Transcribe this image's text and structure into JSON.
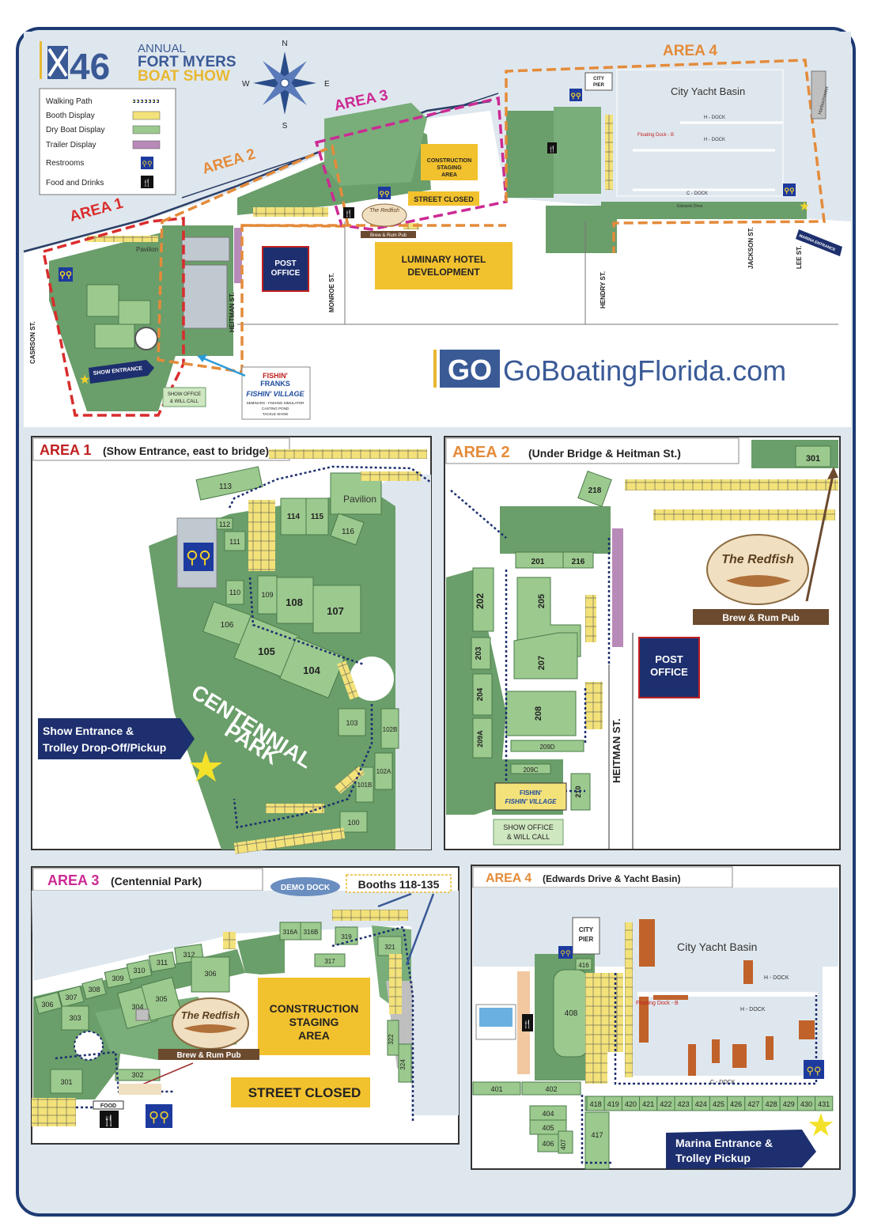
{
  "header": {
    "number": "46",
    "annual": "ANNUAL",
    "title_line1": "FORT MYERS",
    "title_line2": "BOAT SHOW",
    "compass": {
      "n": "N",
      "s": "S",
      "e": "E",
      "w": "W"
    }
  },
  "legend": [
    {
      "label": "Walking Path",
      "color": "#f5e66b"
    },
    {
      "label": "Booth Display",
      "color": "#f3e27a"
    },
    {
      "label": "Dry Boat Display",
      "color": "#9cc98e"
    },
    {
      "label": "Trailer Display",
      "color": "#b88ab8"
    },
    {
      "label": "Restrooms",
      "icon": "restroom-icon"
    },
    {
      "label": "Food and Drinks",
      "icon": "food-icon"
    }
  ],
  "overview": {
    "areas": [
      "AREA 1",
      "AREA 2",
      "AREA 3",
      "AREA 4"
    ],
    "streets": [
      "CASRSON ST.",
      "MONROE ST.",
      "HEITMAN ST.",
      "HENDRY ST.",
      "JACKSON ST.",
      "LEE ST."
    ],
    "places": {
      "pavilion": "Pavilion",
      "post_office": "POST\nOFFICE",
      "construction": "CONSTRUCTION\nSTAGING\nAREA",
      "street_closed": "STREET CLOSED",
      "hotel": "LUMINARY HOTEL\nDEVELOPMENT",
      "city_pier": "CITY\nPIER",
      "yacht_basin": "City Yacht Basin",
      "h_dock": "H - DOCK",
      "c_dock": "C - DOCK",
      "floating_dock": "Floating Dock - B",
      "edwards": "Edwards Drive",
      "show_entrance": "SHOW ENTRANCE",
      "marina_entrance": "MARINA ENTRANCE",
      "show_office": "SHOW OFFICE\n& WILL CALL",
      "redfish": "The Redfish",
      "pub": "Brew & Rum Pub",
      "harbormaster": "Harbormaster"
    },
    "fishin": {
      "line1": "FISHIN'",
      "line2": "FRANKS",
      "line3": "FISHIN' VILLAGE",
      "line4": "SEMINARS - FISHING SIMULATOR",
      "line5": "CASTING POND",
      "line6": "TACKLE SHOW"
    }
  },
  "brand": {
    "go": "GO",
    "site": "GoBoatingFlorida.com"
  },
  "area1": {
    "title": "AREA 1",
    "subtitle": "(Show Entrance, east to bridge)",
    "park": "CENTENNIAL\nPARK",
    "pavilion": "Pavilion",
    "entrance": "Show Entrance &\nTrolley Drop-Off/Pickup",
    "lots": [
      "113",
      "114",
      "115",
      "116",
      "112",
      "111",
      "110",
      "109",
      "108",
      "107",
      "106",
      "105",
      "104",
      "103",
      "102B",
      "102A",
      "101B",
      "100"
    ]
  },
  "area2": {
    "title": "AREA 2",
    "subtitle": "(Under Bridge & Heitman St.)",
    "lots": [
      "218",
      "301",
      "201",
      "216",
      "202",
      "205",
      "207",
      "203",
      "204",
      "208",
      "209A",
      "209D",
      "209C",
      "210"
    ],
    "street": "HEITMAN ST.",
    "post_office": "POST\nOFFICE",
    "redfish": "The Redfish",
    "pub": "Brew & Rum Pub",
    "show_office": "SHOW OFFICE\n& WILL CALL"
  },
  "area3": {
    "title": "AREA 3",
    "subtitle": "(Centennial Park)",
    "demo_dock": "DEMO DOCK",
    "booths": "Booths 118-135",
    "construction": "CONSTRUCTION\nSTAGING\nAREA",
    "street_closed": "STREET CLOSED",
    "food": "FOOD",
    "redfish": "The Redfish",
    "pub": "Brew & Rum Pub",
    "lots": [
      "306",
      "307",
      "308",
      "309",
      "310",
      "311",
      "312",
      "303",
      "304",
      "305",
      "306",
      "301",
      "302",
      "316A",
      "316B",
      "319",
      "317",
      "321",
      "322",
      "324"
    ]
  },
  "area4": {
    "title": "AREA 4",
    "subtitle": "(Edwards Drive & Yacht Basin)",
    "city_pier": "CITY\nPIER",
    "basin": "City Yacht Basin",
    "h_dock": "H - DOCK",
    "c_dock": "C - DOCK",
    "floating": "Floating Dock - B",
    "marina": "Marina Entrance &\nTrolley Pickup",
    "row": [
      "418",
      "419",
      "420",
      "421",
      "422",
      "423",
      "424",
      "425",
      "426",
      "427",
      "428",
      "429",
      "430",
      "431"
    ],
    "lots": [
      "416",
      "408",
      "401",
      "402",
      "404",
      "405",
      "406",
      "407",
      "417"
    ]
  }
}
